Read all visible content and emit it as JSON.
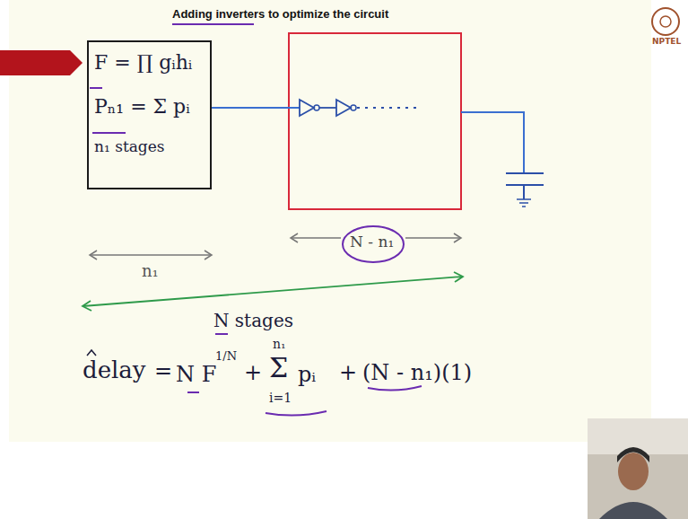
{
  "diagram": {
    "title": "Adding inverters to optimize the circuit",
    "nodes": [
      {
        "text": [
          "F = ∏ gᵢhᵢ",
          "Pₙ₁ = Σ pᵢ",
          "n₁ stages"
        ]
      }
    ],
    "labels": [
      "n₁",
      "N - n₁",
      "N stages",
      "delay",
      "=",
      "N F",
      "1/N",
      "+",
      "n₁",
      "Σ",
      "i=1",
      "pᵢ",
      "+",
      "(N - n₁)(1)",
      "NPTEL"
    ]
  }
}
